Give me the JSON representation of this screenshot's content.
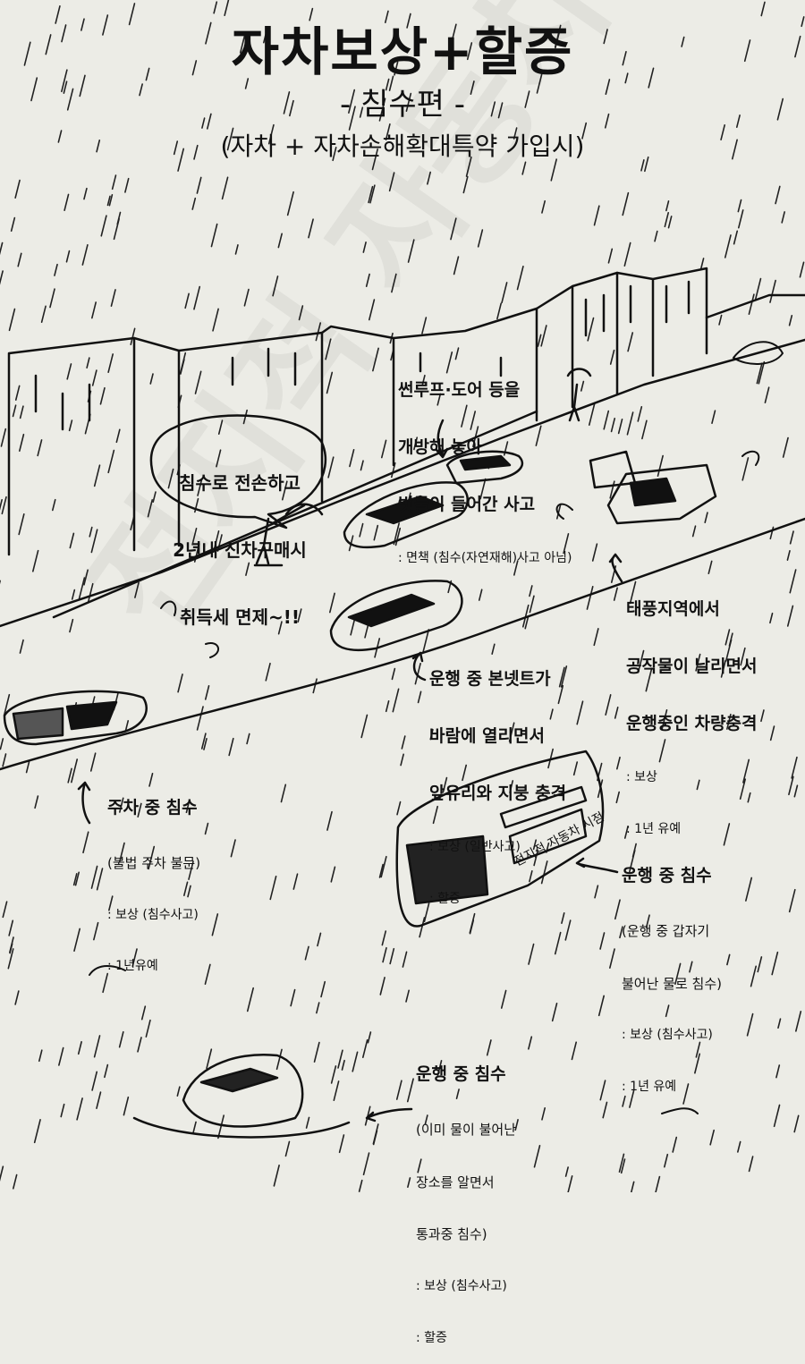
{
  "title": "자차보상+할증",
  "subtitle": "- 침수편 -",
  "condition": "(자차 + 자차손해확대특약 가입시)",
  "watermark": "전지적 자동차 시점",
  "bubble": {
    "lines": [
      "침수로 전손하고",
      "2년내 신차구매시",
      "취득세 면제~!!"
    ]
  },
  "bus_sign": "전지적 자동차 시점",
  "annotations": [
    {
      "id": "sunroof",
      "lines": [
        "썬루프·도어 등을",
        "개방해 놓아",
        "빗물이 들어간 사고"
      ],
      "notes": [
        ": 면책 (침수(자연재해)사고 아님)"
      ]
    },
    {
      "id": "typhoon",
      "lines": [
        "태풍지역에서",
        "공작물이 날리면서",
        "운행중인 차량충격"
      ],
      "notes": [
        ": 보상",
        ": 1년 유예"
      ]
    },
    {
      "id": "bonnet",
      "lines": [
        "운행 중 본넷트가",
        "바람에 열리면서",
        "앞유리와 지붕 충격"
      ],
      "notes": [
        ": 보상 (일반사고)",
        ": 할증"
      ]
    },
    {
      "id": "parked",
      "lines": [
        "주차 중 침수"
      ],
      "sublines": [
        "(불법 주차 불문)"
      ],
      "notes": [
        ": 보상 (침수사고)",
        ": 1년유예"
      ]
    },
    {
      "id": "driving1",
      "lines": [
        "운행 중 침수"
      ],
      "sublines": [
        "(운행 중 갑자기",
        "불어난 물로 침수)"
      ],
      "notes": [
        ": 보상 (침수사고)",
        ": 1년 유예"
      ]
    },
    {
      "id": "driving2",
      "lines": [
        "운행 중 침수"
      ],
      "sublines": [
        "(이미 물이 불어난",
        "장소를 알면서",
        "통과중 침수)"
      ],
      "notes": [
        ": 보상 (침수사고)",
        ": 할증"
      ]
    }
  ]
}
